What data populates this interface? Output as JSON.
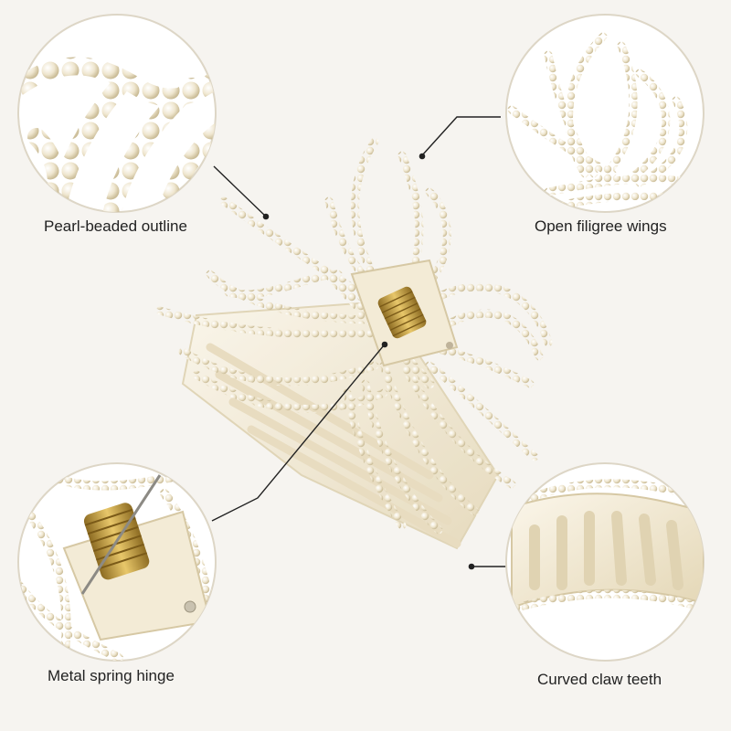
{
  "callouts": {
    "top_left": "Pearl-beaded outline",
    "top_right": "Open filigree wings",
    "bottom_left": "Metal spring hinge",
    "bottom_right": "Curved claw teeth"
  },
  "colors": {
    "background": "#f6f4f0",
    "pearl": "#f1e9d4",
    "pearl_shadow": "#d8cba8",
    "claw": "#efe6cf",
    "spring": "#c9a54a",
    "circle_bg": "#ffffff",
    "text": "#222222"
  }
}
